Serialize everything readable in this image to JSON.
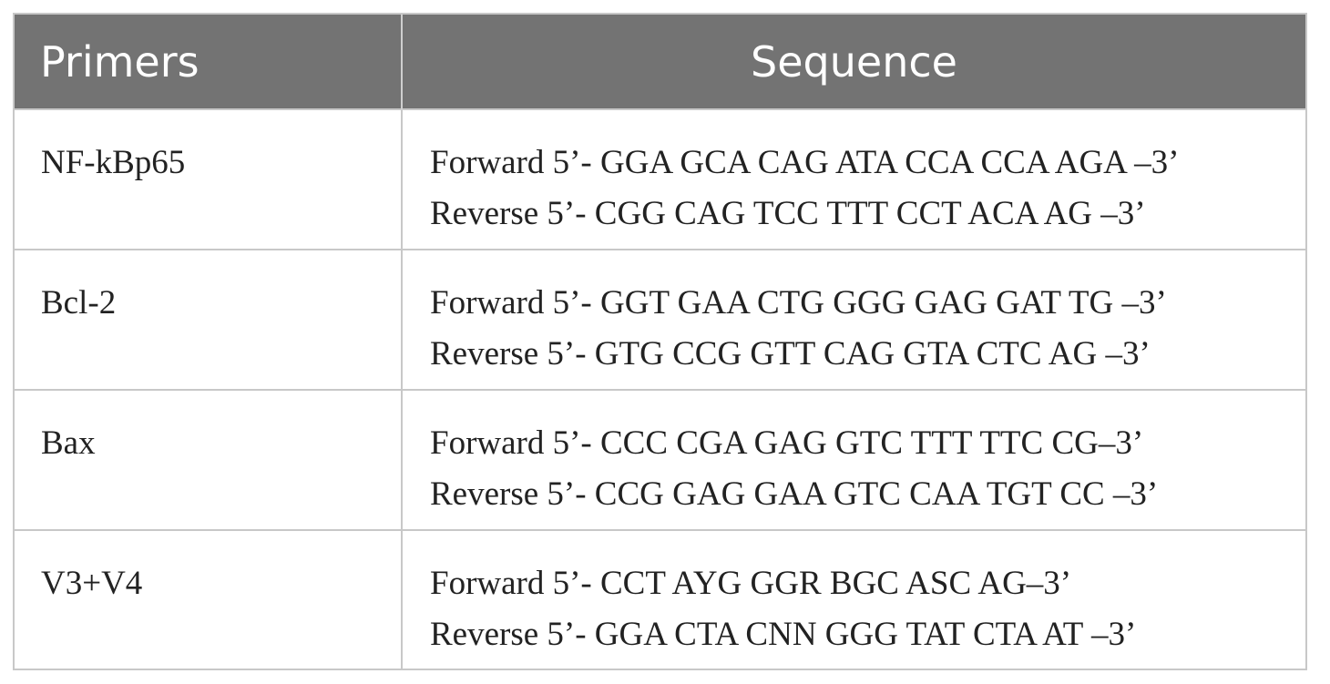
{
  "table": {
    "headers": [
      "Primers",
      "Sequence"
    ],
    "rows": [
      {
        "primer": "NF-kBp65",
        "forward": "Forward 5’- GGA GCA CAG ATA CCA CCA AGA –3’",
        "reverse": "Reverse 5’- CGG CAG TCC TTT CCT ACA AG –3’"
      },
      {
        "primer": "Bcl-2",
        "forward": "Forward 5’- GGT GAA CTG GGG GAG GAT TG –3’",
        "reverse": "Reverse 5’- GTG CCG GTT CAG GTA CTC AG –3’"
      },
      {
        "primer": "Bax",
        "forward": "Forward 5’- CCC CGA GAG GTC TTT TTC CG–3’",
        "reverse": "Reverse 5’- CCG GAG GAA GTC CAA TGT CC –3’"
      },
      {
        "primer": "V3+V4",
        "forward": "Forward 5’- CCT AYG GGR BGC ASC AG–3’",
        "reverse": "Reverse 5’- GGA CTA CNN GGG TAT CTA AT –3’"
      }
    ]
  },
  "colors": {
    "header_bg": "#737373",
    "header_text": "#ffffff",
    "border": "#c8c8c8",
    "body_text": "#222222"
  }
}
